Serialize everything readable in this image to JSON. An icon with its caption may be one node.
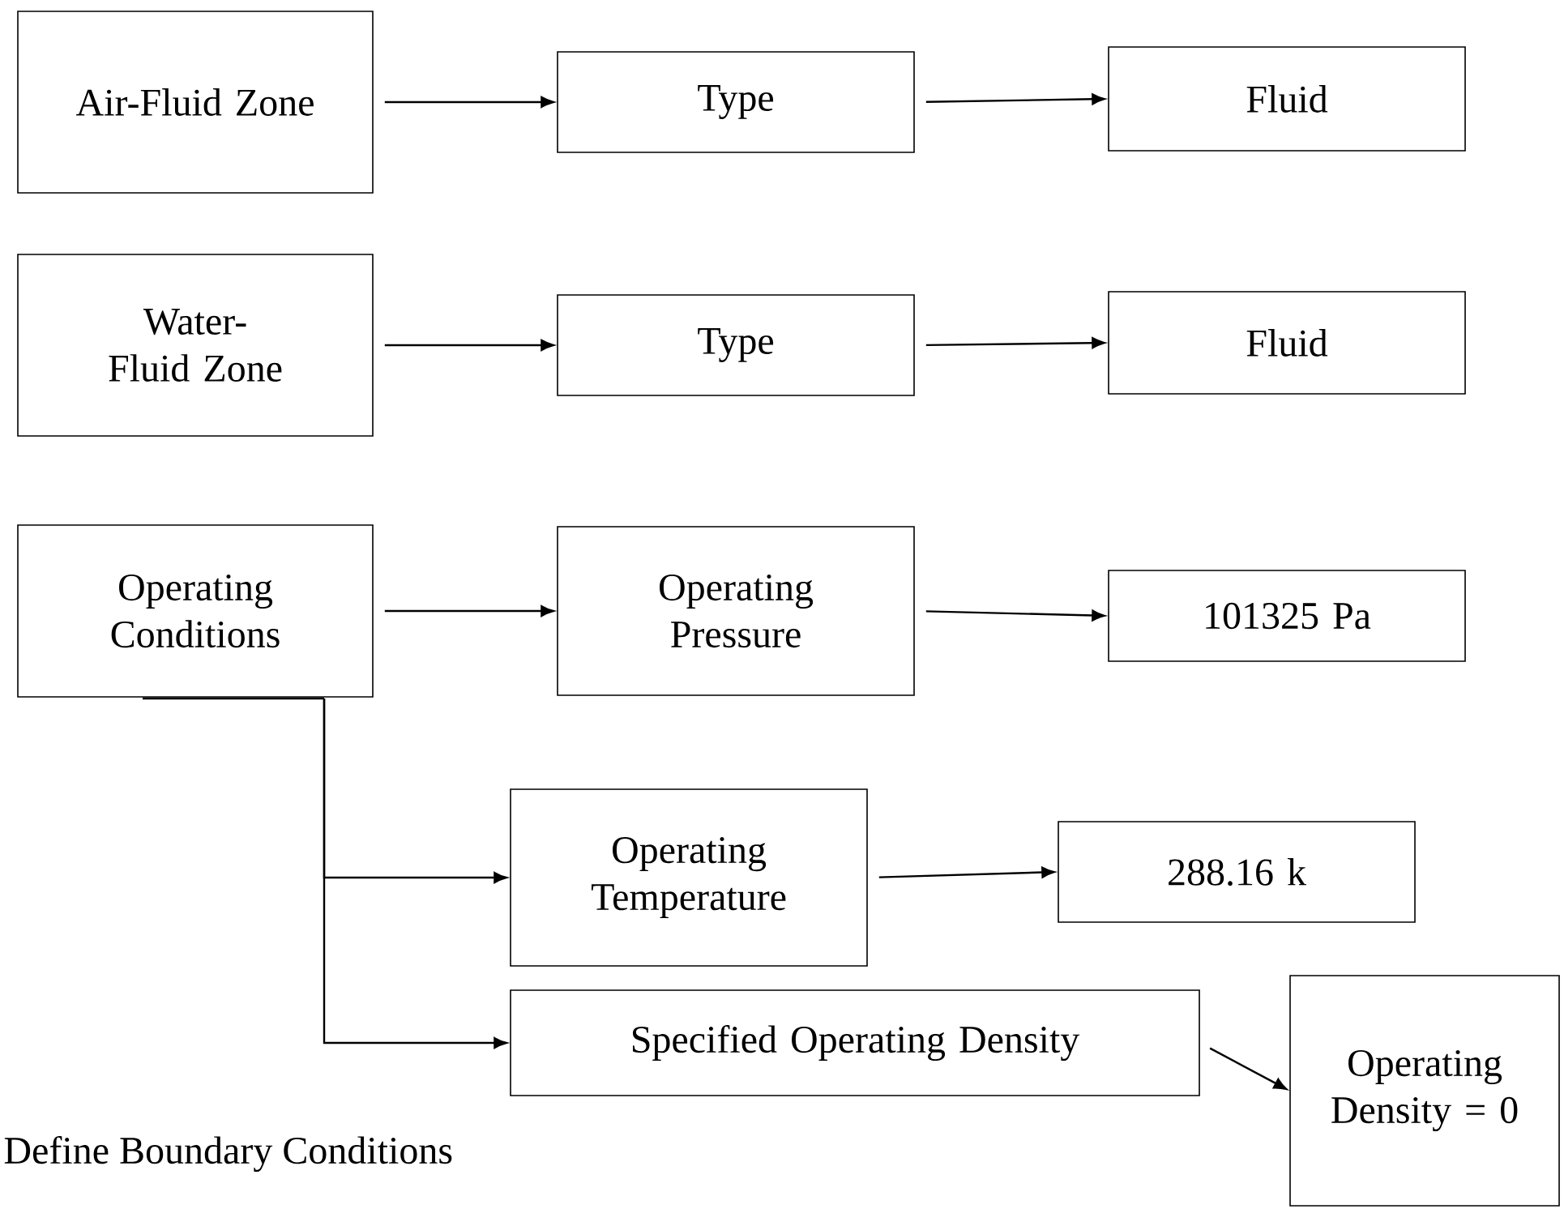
{
  "diagram": {
    "nodes": [
      {
        "text": [
          "Air-Fluid Zone"
        ]
      },
      {
        "text": [
          "Type"
        ]
      },
      {
        "text": [
          "Fluid"
        ]
      },
      {
        "text": [
          "Water-Fluid Zone"
        ]
      },
      {
        "text": [
          "Type"
        ]
      },
      {
        "text": [
          "Fluid"
        ]
      },
      {
        "text": [
          "Operating Conditions"
        ]
      },
      {
        "text": [
          "Operating Pressure"
        ]
      },
      {
        "text": [
          "101325 Pa"
        ]
      },
      {
        "text": [
          "Operating Temperature"
        ]
      },
      {
        "text": [
          "288.16 k"
        ]
      },
      {
        "text": [
          "Specified Operating Density"
        ]
      },
      {
        "text": [
          "Operating Density = 0"
        ]
      }
    ],
    "edges": [
      {
        "from": 0,
        "to": 1,
        "arrow": "to"
      },
      {
        "from": 1,
        "to": 2,
        "arrow": "to"
      },
      {
        "from": 3,
        "to": 4,
        "arrow": "to"
      },
      {
        "from": 4,
        "to": 5,
        "arrow": "to"
      },
      {
        "from": 6,
        "to": 7,
        "arrow": "to"
      },
      {
        "from": 7,
        "to": 8,
        "arrow": "to"
      },
      {
        "from": 6,
        "to": 9,
        "arrow": "to"
      },
      {
        "from": 6,
        "to": 11,
        "arrow": "to"
      },
      {
        "from": 9,
        "to": 10,
        "arrow": "to"
      },
      {
        "from": 11,
        "to": 12,
        "arrow": "to"
      }
    ],
    "labels": [
      "Define Boundary Conditions"
    ]
  }
}
